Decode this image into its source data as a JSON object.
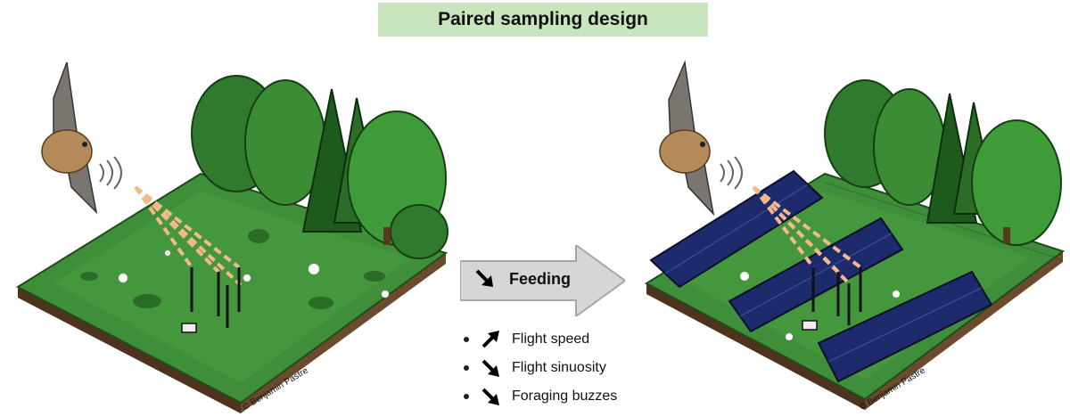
{
  "title": "Paired sampling design",
  "left_scene": {
    "credit": "© Benjamin Pastre"
  },
  "right_scene": {
    "credit": "© Benjamin Pastre"
  },
  "center": {
    "feeding_label": "Feeding",
    "feeding_direction": "down",
    "metrics": [
      {
        "label": "Flight speed",
        "direction": "up"
      },
      {
        "label": "Flight sinuosity",
        "direction": "down"
      },
      {
        "label": "Foraging buzzes",
        "direction": "down"
      }
    ]
  },
  "colors": {
    "title_bg": "#c9e5bd",
    "grass": "#3f8f3a",
    "soil": "#6b4a2e",
    "panel": "#1d2a6b",
    "beam": "#f2b98a"
  }
}
